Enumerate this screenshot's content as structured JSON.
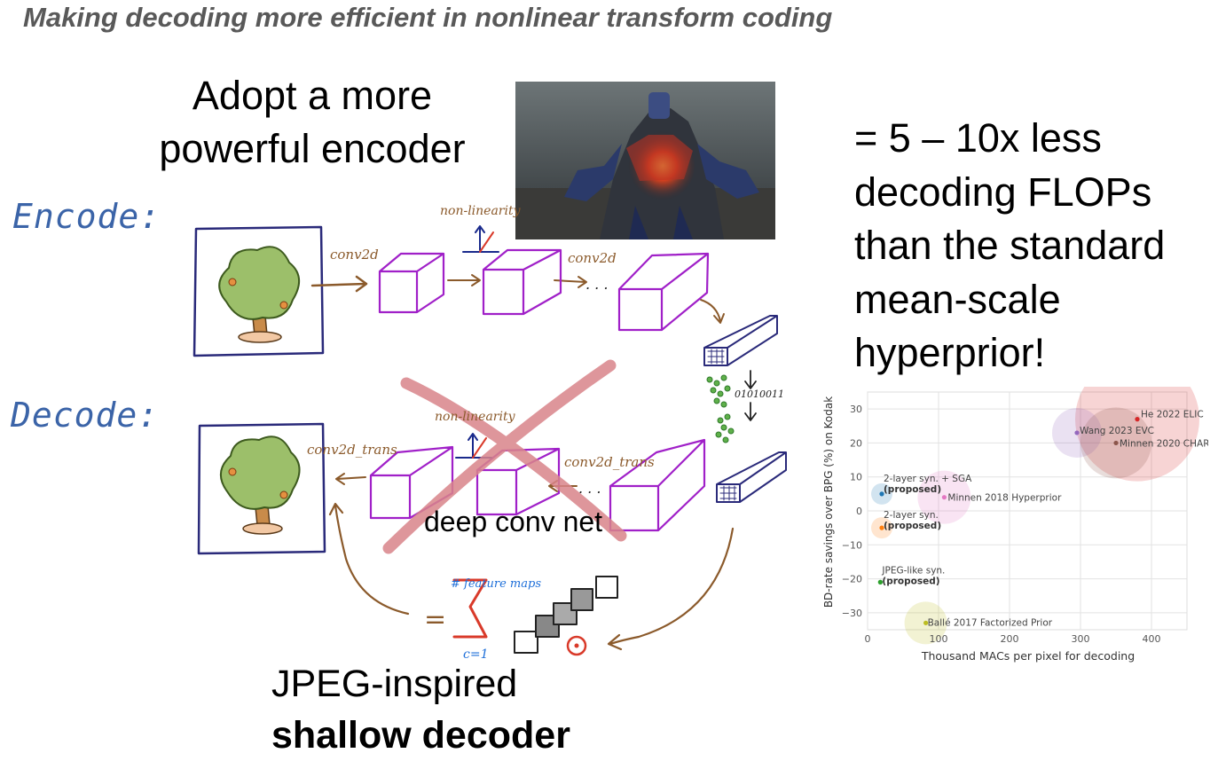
{
  "slide": {
    "title": "Making decoding more efficient in nonlinear transform coding",
    "encoder_heading": "Adopt a more powerful encoder",
    "claim": "= 5 – 10x less decoding FLOPs than the standard mean-scale hyperprior!",
    "encode_label": "Encode:",
    "decode_label": "Decode:",
    "deep_net_label": "deep conv net",
    "bottom_line1": "JPEG-inspired",
    "bottom_line2": "shallow decoder"
  },
  "sketch": {
    "conv2d_a": "conv2d",
    "conv2d_b": "conv2d",
    "nonlinearity_enc": "non-linearity",
    "nonlinearity_dec": "non-linearity",
    "conv2d_trans_a": "conv2d_trans",
    "conv2d_trans_b": "conv2d_trans",
    "bits": "01010011",
    "feature_maps": "# feature maps",
    "sum_index": "c=1",
    "equals": "=",
    "sum": "Σ",
    "dots": ". . .",
    "colors": {
      "sketch_line": "#8b5a2b",
      "box": "#a020c8",
      "cross": "#d9848a",
      "axis": "#1a2a8c",
      "tree": "#9cbf6a",
      "blue_ink": "#1e6fd9",
      "red_ink": "#d93a2a"
    }
  },
  "chart_data": {
    "type": "scatter",
    "xlabel": "Thousand MACs per pixel for decoding",
    "ylabel": "BD-rate savings over BPG (%) on Kodak",
    "xlim": [
      0,
      450
    ],
    "ylim": [
      -35,
      35
    ],
    "xticks": [
      0,
      100,
      200,
      300,
      400
    ],
    "xtick_labels": [
      "0",
      "100",
      "200",
      "300",
      "400"
    ],
    "yticks": [
      -30,
      -20,
      -10,
      0,
      10,
      20,
      30
    ],
    "ytick_labels": [
      "−30",
      "−20",
      "−10",
      "0",
      "10",
      "20",
      "30"
    ],
    "grid": true,
    "points": [
      {
        "name": "He 2022 ELIC",
        "x": 380,
        "y": 27,
        "size": 70,
        "color": "#d62728"
      },
      {
        "name": "Wang 2023 EVC",
        "x": 295,
        "y": 23,
        "size": 28,
        "color": "#9467bd"
      },
      {
        "name": "Minnen 2020 CHARM",
        "x": 350,
        "y": 20,
        "size": 40,
        "color": "#8c564b"
      },
      {
        "name": "Minnen 2018 Hyperprior",
        "x": 108,
        "y": 4,
        "size": 30,
        "color": "#e377c2"
      },
      {
        "name": "2-layer syn. + SGA",
        "note": "(proposed)",
        "x": 20,
        "y": 5,
        "size": 12,
        "color": "#1f77b4"
      },
      {
        "name": "2-layer syn.",
        "note": "(proposed)",
        "x": 20,
        "y": -5,
        "size": 12,
        "color": "#ff7f0e"
      },
      {
        "name": "JPEG-like syn.",
        "note": "(proposed)",
        "x": 18,
        "y": -21,
        "size": 3,
        "color": "#2ca02c"
      },
      {
        "name": "Ballé 2017 Factorized Prior",
        "x": 82,
        "y": -33,
        "size": 24,
        "color": "#bcbd22"
      }
    ]
  }
}
